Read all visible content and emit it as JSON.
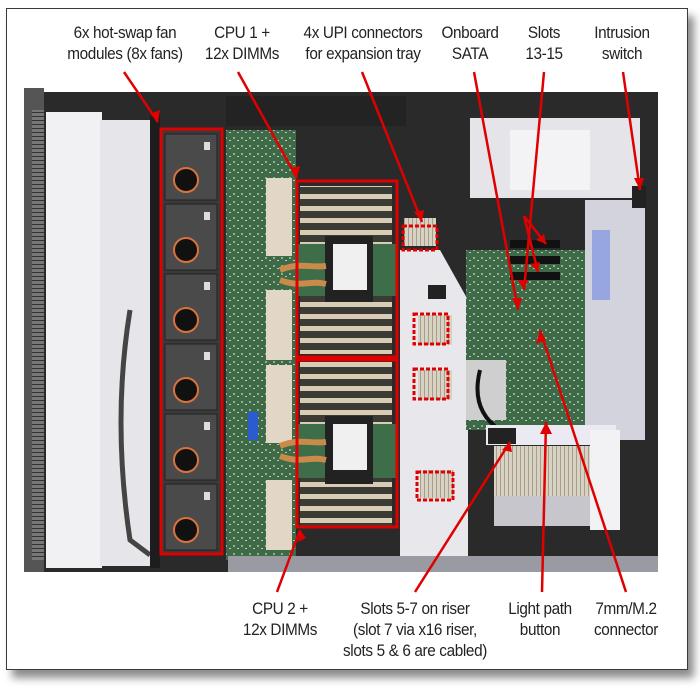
{
  "figure": {
    "subject": "Server system board top view (cover removed)",
    "callout_color": "#e00000"
  },
  "labels_top": [
    {
      "id": "fans",
      "lines": [
        "6x hot-swap fan",
        "modules (8x fans)"
      ]
    },
    {
      "id": "cpu1",
      "lines": [
        "CPU 1 +",
        "12x DIMMs"
      ]
    },
    {
      "id": "upi",
      "lines": [
        "4x UPI connectors",
        "for expansion tray"
      ]
    },
    {
      "id": "sata",
      "lines": [
        "Onboard",
        "SATA"
      ]
    },
    {
      "id": "slots1315",
      "lines": [
        "Slots",
        "13-15"
      ]
    },
    {
      "id": "intrusion",
      "lines": [
        "Intrusion",
        "switch"
      ]
    }
  ],
  "labels_bottom": [
    {
      "id": "cpu2",
      "lines": [
        "CPU 2 +",
        "12x DIMMs"
      ]
    },
    {
      "id": "riser",
      "lines": [
        "Slots 5-7 on riser",
        "(slot 7 via x16 riser,",
        "slots 5 & 6 are cabled)"
      ]
    },
    {
      "id": "lightpath",
      "lines": [
        "Light path",
        "button"
      ]
    },
    {
      "id": "m2",
      "lines": [
        "7mm/M.2",
        "connector"
      ]
    }
  ]
}
